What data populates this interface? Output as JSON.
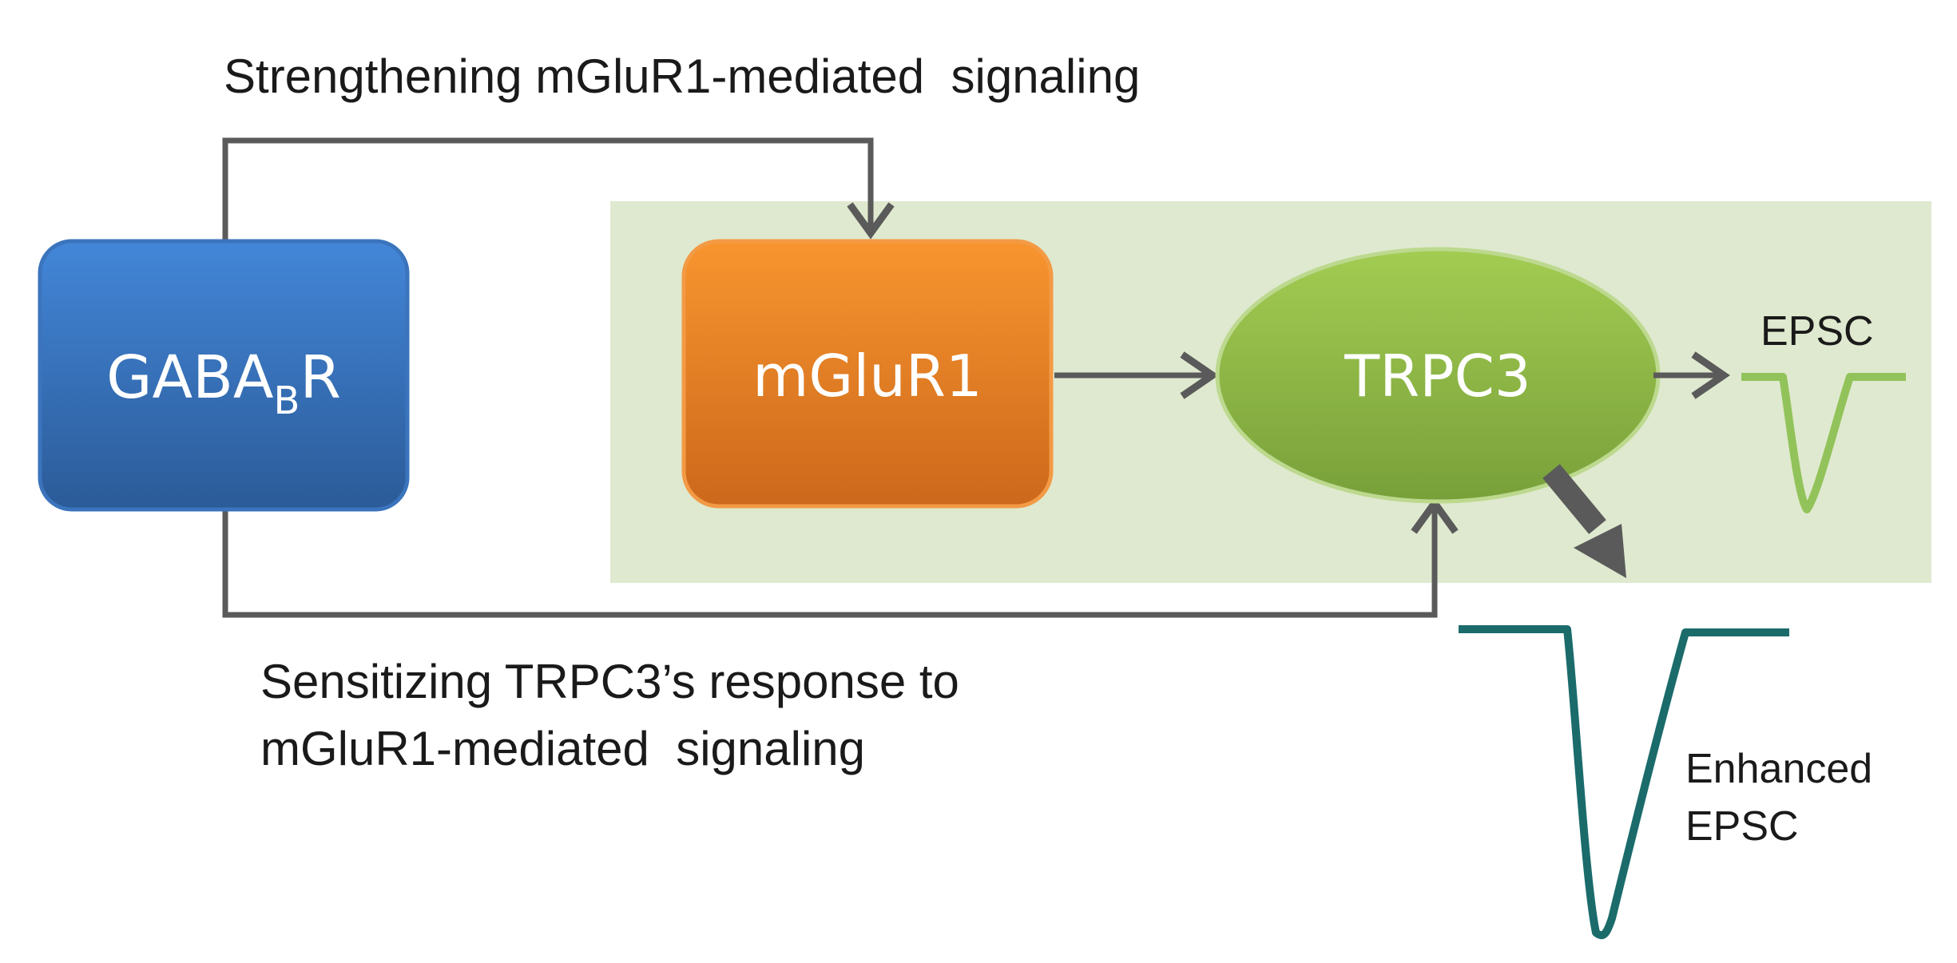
{
  "colors": {
    "background": "#ffffff",
    "green_panel": "#dfe9cf",
    "gaba_top": "#3e7fd0",
    "gaba_bottom": "#2c5d9a",
    "mglur_top": "#f7922e",
    "mglur_bottom": "#cf6a1c",
    "trpc_light": "#9cc64e",
    "trpc_dark": "#7aa23a",
    "arrow": "#5a5a5a",
    "epsc_small": "#92c35a",
    "epsc_enhanced": "#1b6b6b"
  },
  "nodes": {
    "gabab": {
      "label_main": "GABA",
      "label_sub": "B",
      "label_tail": "R"
    },
    "mglur1": {
      "label": "mGluR1"
    },
    "trpc3": {
      "label": "TRPC3"
    }
  },
  "annotations": {
    "top_pathway": "Strengthening mGluR1-mediated  signaling",
    "bottom_pathway_line1": "Sensitizing TRPC3’s response to",
    "bottom_pathway_line2": "mGluR1-mediated  signaling",
    "epsc": "EPSC",
    "enhanced_line1": "Enhanced",
    "enhanced_line2": "EPSC"
  }
}
